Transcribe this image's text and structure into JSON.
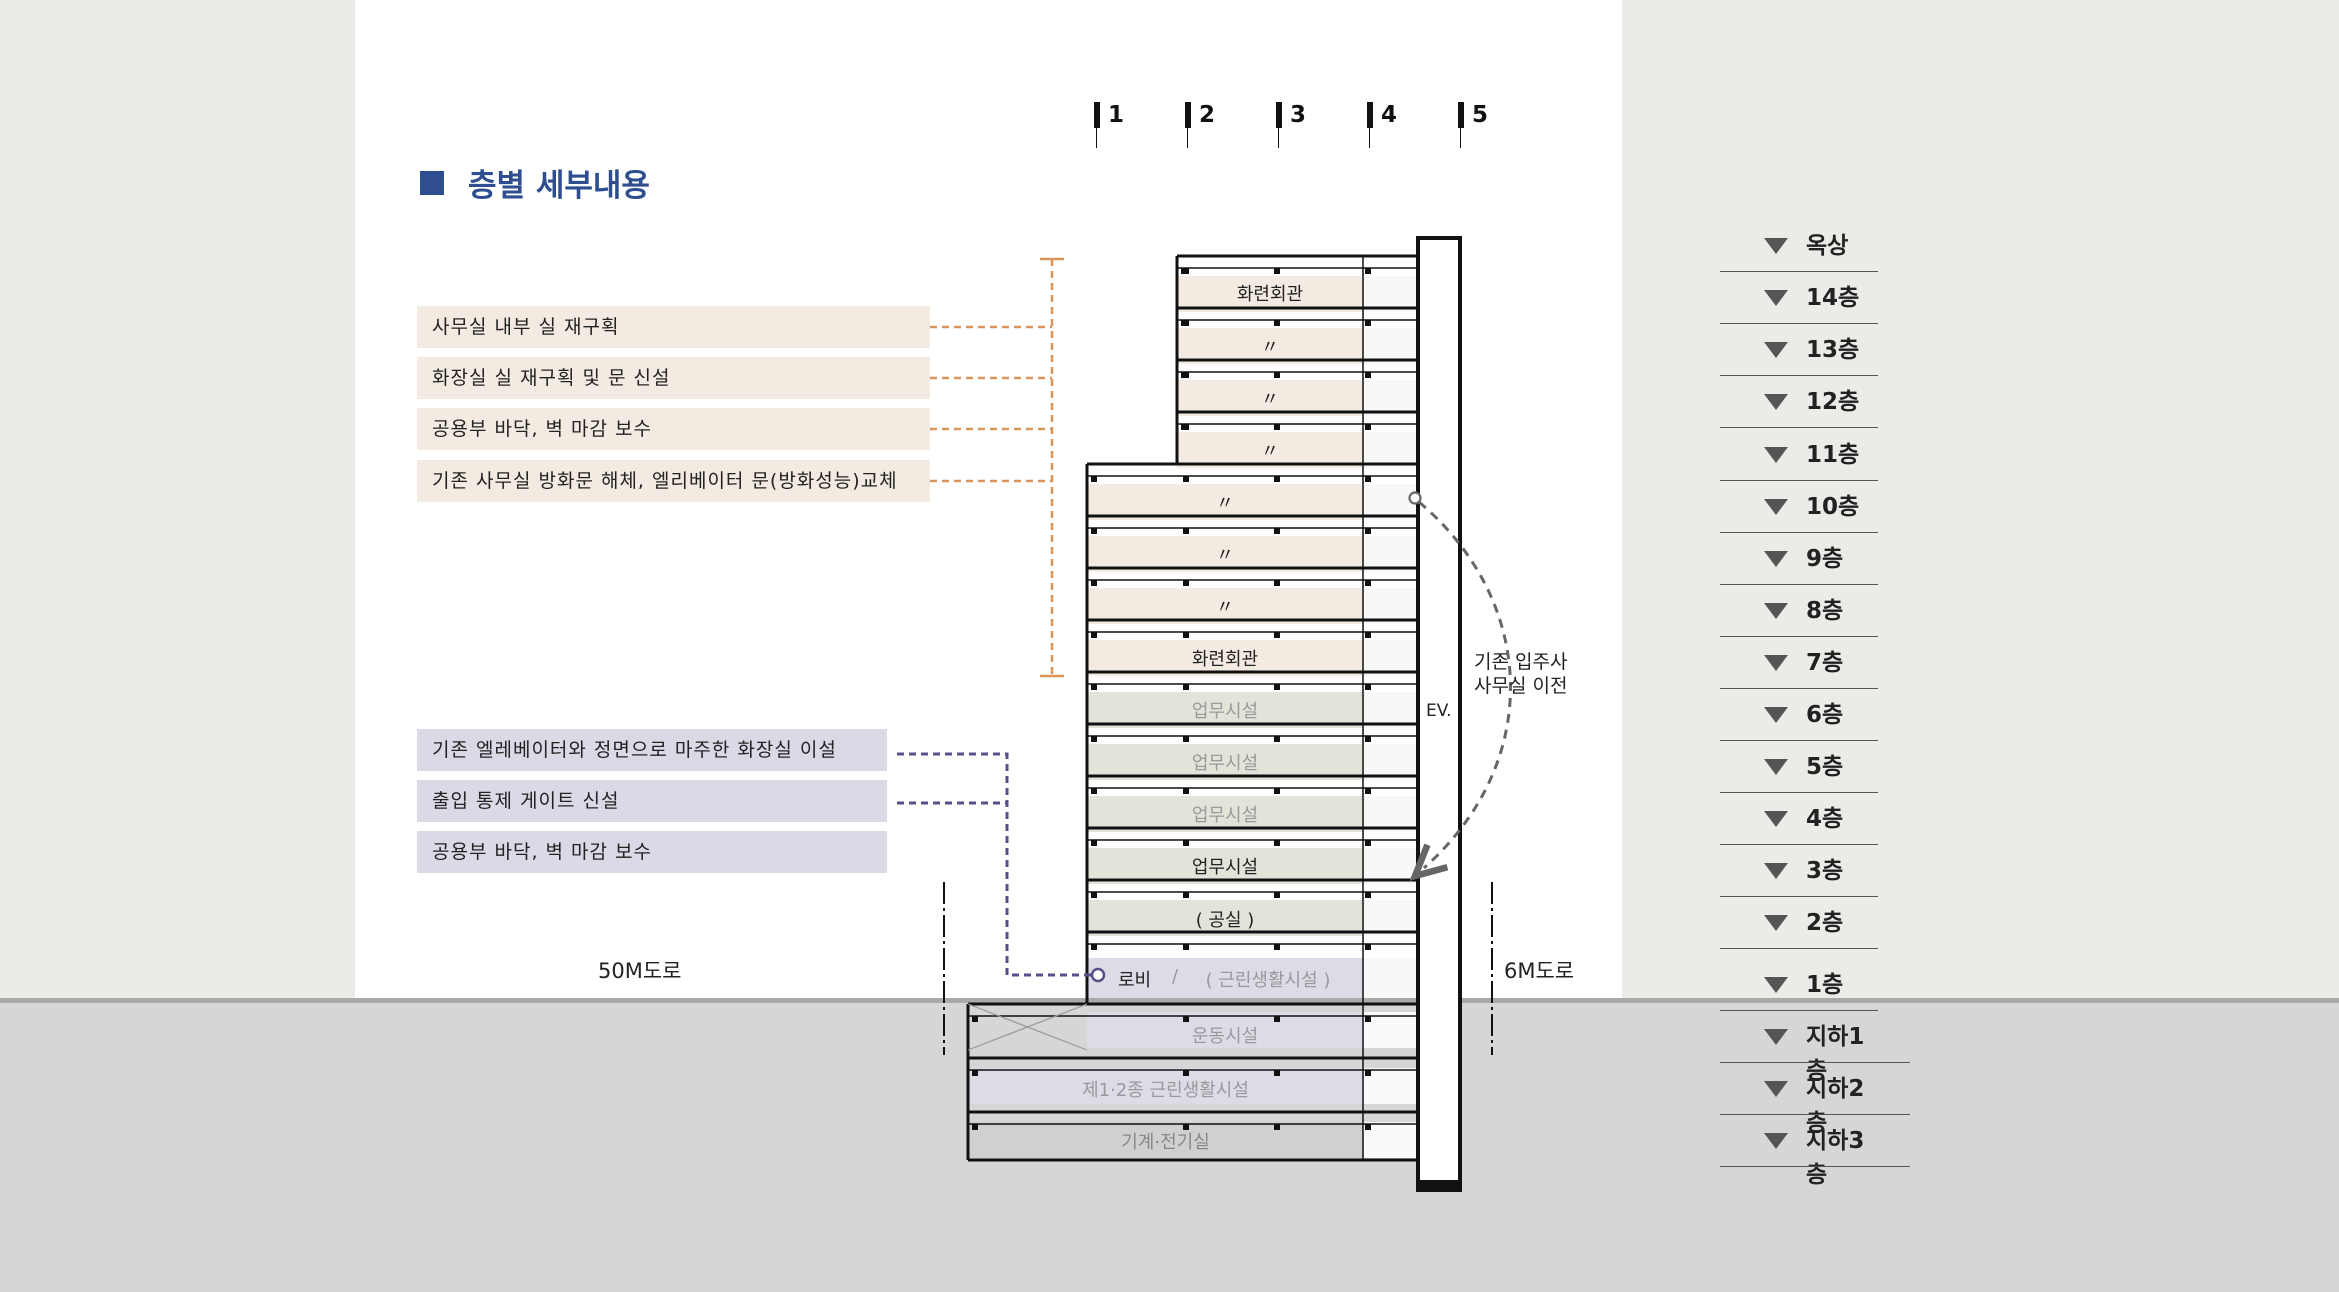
{
  "title": "층별 세부내용",
  "markers": [
    "1",
    "2",
    "3",
    "4",
    "5"
  ],
  "floors": [
    "옥상",
    "14층",
    "13층",
    "12층",
    "11층",
    "10층",
    "9층",
    "8층",
    "7층",
    "6층",
    "5층",
    "4층",
    "3층",
    "2층",
    "1층",
    "지하1층",
    "지하2층",
    "지하3층"
  ],
  "notes_upper": [
    "사무실 내부 실 재구획",
    "화장실 실 재구획 및 문 신설",
    "공용부 바닥, 벽 마감 보수",
    "기존 사무실 방화문 해체, 엘리베이터 문(방화성능)교체"
  ],
  "notes_lower": [
    "기존 엘레베이터와 정면으로 마주한 화장실 이설",
    "출입 통제 게이트 신설",
    "공용부 바닥, 벽 마감 보수"
  ],
  "rooms": {
    "f14": "화련회관",
    "f13": "〃",
    "f12": "〃",
    "f11": "〃",
    "f10": "〃",
    "f9": "〃",
    "f8": "〃",
    "f7": "화련회관",
    "f6": "업무시설",
    "f5": "업무시설",
    "f4": "업무시설",
    "f3": "업무시설",
    "f2": "( 공실 )",
    "f1_lobby": "로비",
    "f1_slash": "/",
    "f1_retail": "( 근린생활시설 )",
    "b1": "운동시설",
    "b2": "제1·2종 근린생활시설",
    "b3": "기계·전기실"
  },
  "ev_label": "EV.",
  "relocation_note": [
    "기존 입주사",
    "사무실 이전"
  ],
  "roads": {
    "left": "50M도로",
    "right": "6M도로"
  },
  "colors": {
    "title_blue": "#2e4e8f",
    "orange_fill": "#f3ebe1",
    "orange_line": "#d9955a",
    "purple_fill": "#dcd9e6",
    "purple_line": "#5a4f8a",
    "green_fill": "#e2e4da",
    "lobby_fill": "#dedbe6",
    "gray_fill": "#d0d0d0"
  }
}
